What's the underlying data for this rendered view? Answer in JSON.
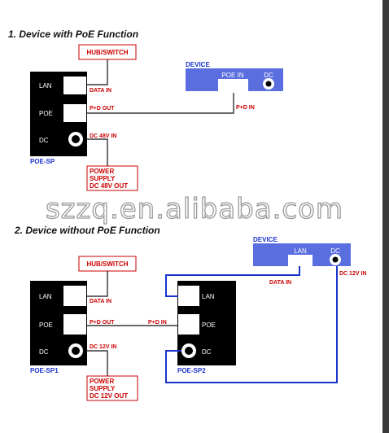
{
  "section1": {
    "title": "1. Device with PoE Function",
    "hub_switch": "HUB/SWITCH",
    "injector": {
      "name": "POE-SP",
      "lan": "LAN",
      "poe": "POE",
      "dc": "DC"
    },
    "labels": {
      "data_in": "DATA IN",
      "pd_out": "P+D OUT",
      "dc_in": "DC 48V IN",
      "pd_in": "P+D IN"
    },
    "device": {
      "title": "DEVICE",
      "poe_in": "POE IN",
      "dc": "DC"
    },
    "power_supply": [
      "POWER",
      "SUPPLY",
      "DC 48V OUT"
    ]
  },
  "watermark": "szzq.en.alibaba.com",
  "section2": {
    "title": "2. Device without PoE Function",
    "hub_switch": "HUB/SWITCH",
    "injector": {
      "name": "POE-SP1",
      "lan": "LAN",
      "poe": "POE",
      "dc": "DC"
    },
    "splitter": {
      "name": "POE-SP2",
      "lan": "LAN",
      "poe": "POE",
      "dc": "DC"
    },
    "labels": {
      "data_in_left": "DATA IN",
      "pd_out": "P+D OUT",
      "pd_in": "P+D IN",
      "dc_in": "DC 12V IN",
      "data_in_right": "DATA IN",
      "dc12_in_device": "DC 12V IN"
    },
    "device": {
      "title": "DEVICE",
      "lan": "LAN",
      "dc": "DC"
    },
    "power_supply": [
      "POWER",
      "SUPPLY",
      "DC 12V OUT"
    ]
  },
  "colors": {
    "device_blue": "#5b6ee0",
    "label_red": "#cc0000",
    "cable_blue": "#1a33cc",
    "frame": "#3a3a3a"
  }
}
